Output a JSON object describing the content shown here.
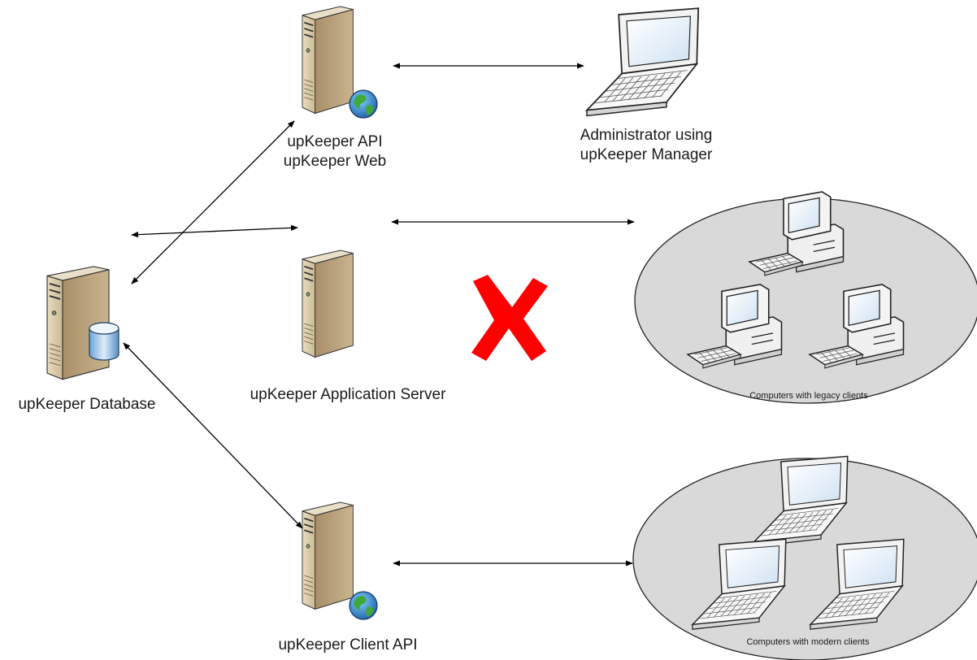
{
  "diagram": {
    "nodes": {
      "api_web": {
        "lines": [
          "upKeeper API",
          "upKeeper Web"
        ],
        "icon": "server-globe-icon"
      },
      "admin": {
        "lines": [
          "Administrator using",
          "upKeeper Manager"
        ],
        "icon": "laptop-icon"
      },
      "database": {
        "label": "upKeeper Database",
        "icon": "server-database-icon"
      },
      "app_server": {
        "label": "upKeeper Application Server",
        "icon": "server-icon"
      },
      "client_api": {
        "label": "upKeeper Client API",
        "icon": "server-globe-icon"
      },
      "legacy_group": {
        "label": "Computers with legacy clients",
        "icon": "desktop-computer-icon"
      },
      "modern_group": {
        "label": "Computers with modern clients",
        "icon": "laptop-icon"
      }
    },
    "connections": [
      {
        "from": "database",
        "to": "api_web",
        "type": "bidirectional"
      },
      {
        "from": "api_web",
        "to": "admin",
        "type": "bidirectional"
      },
      {
        "from": "database",
        "to": "app_server",
        "type": "bidirectional"
      },
      {
        "from": "app_server",
        "to": "legacy_group",
        "type": "bidirectional",
        "status": "blocked"
      },
      {
        "from": "database",
        "to": "client_api",
        "type": "bidirectional"
      },
      {
        "from": "client_api",
        "to": "modern_group",
        "type": "bidirectional"
      }
    ],
    "colors": {
      "server_body": "#ddd0b0",
      "server_side": "#b8a07a",
      "group_fill": "#d9d9d9",
      "blocked_mark": "#ff0000",
      "connector": "#000000"
    }
  }
}
